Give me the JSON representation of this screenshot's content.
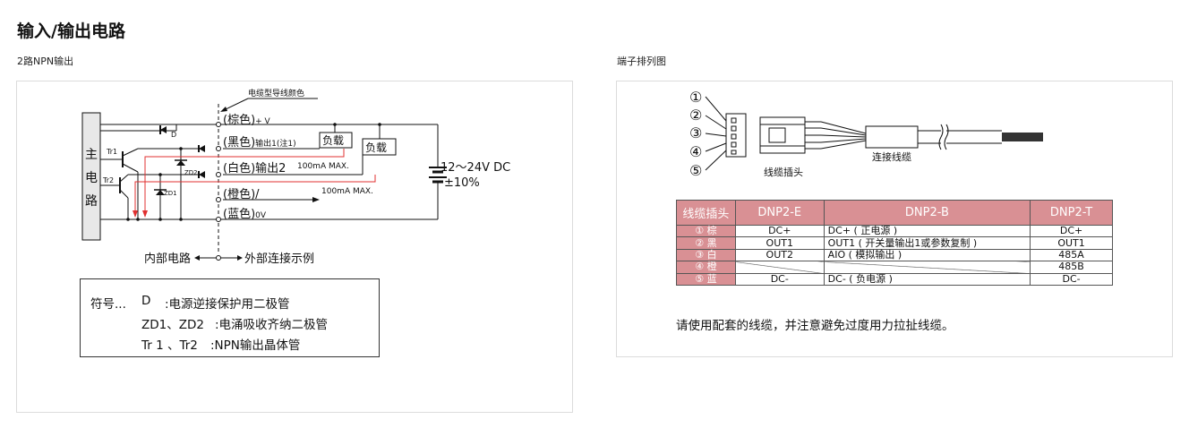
{
  "header": {
    "title": "输入/输出电路"
  },
  "left_panel": {
    "label": "2路NPN输出",
    "circuit": {
      "cable_color_label": "电缆型导线颜色",
      "main_circuit": [
        "主",
        "电",
        "路"
      ],
      "wires": [
        "(棕色)",
        "(黑色)",
        "(白色)输出2",
        "(橙色)/",
        "(蓝色)"
      ],
      "wire_suffixes": [
        "+ V",
        "输出1(注1)",
        "0V"
      ],
      "load_labels": [
        "负载",
        "负载"
      ],
      "current_labels": [
        "100mA MAX.",
        "100mA MAX."
      ],
      "component_labels": [
        "D",
        "Tr1",
        "Tr2",
        "ZD2",
        "ZD1"
      ],
      "supply_voltage": "12～24V DC",
      "supply_tolerance": "±10%",
      "internal_label": "内部电路",
      "external_label": "外部连接示例"
    },
    "legend": {
      "prefix": "符号...",
      "rows": [
        {
          "key": "D",
          "desc": ":电源逆接保护用二极管"
        },
        {
          "key": "ZD1、ZD2",
          "desc": ":电涌吸收齐纳二极管"
        },
        {
          "key": "Tr 1 、Tr2",
          "desc": ":NPN输出晶体管"
        }
      ]
    }
  },
  "right_panel": {
    "label": "端子排列图",
    "diagram": {
      "pins": [
        "①",
        "②",
        "③",
        "④",
        "⑤"
      ],
      "plug_label": "线缆插头",
      "cable_label": "连接线缆"
    },
    "table": {
      "headers": [
        "线缆插头",
        "DNP2-E",
        "DNP2-B",
        "DNP2-T"
      ],
      "rows": [
        [
          "① 棕",
          "DC+",
          "DC+ ( 正电源 )",
          "DC+"
        ],
        [
          "② 黑",
          "OUT1",
          "OUT1 ( 开关量输出1或参数复制 )",
          "OUT1"
        ],
        [
          "③ 白",
          "OUT2",
          "AIO ( 模拟输出 )",
          "485A"
        ],
        [
          "④ 橙",
          "",
          "",
          "485B"
        ],
        [
          "⑤ 蓝",
          "DC-",
          "DC- ( 负电源 )",
          "DC-"
        ]
      ]
    },
    "note": "请使用配套的线缆，并注意避免过度用力拉扯线缆。"
  },
  "colors": {
    "header_fill": "#d99094",
    "signal_red": "#e03030",
    "border": "#dcdcdc"
  }
}
